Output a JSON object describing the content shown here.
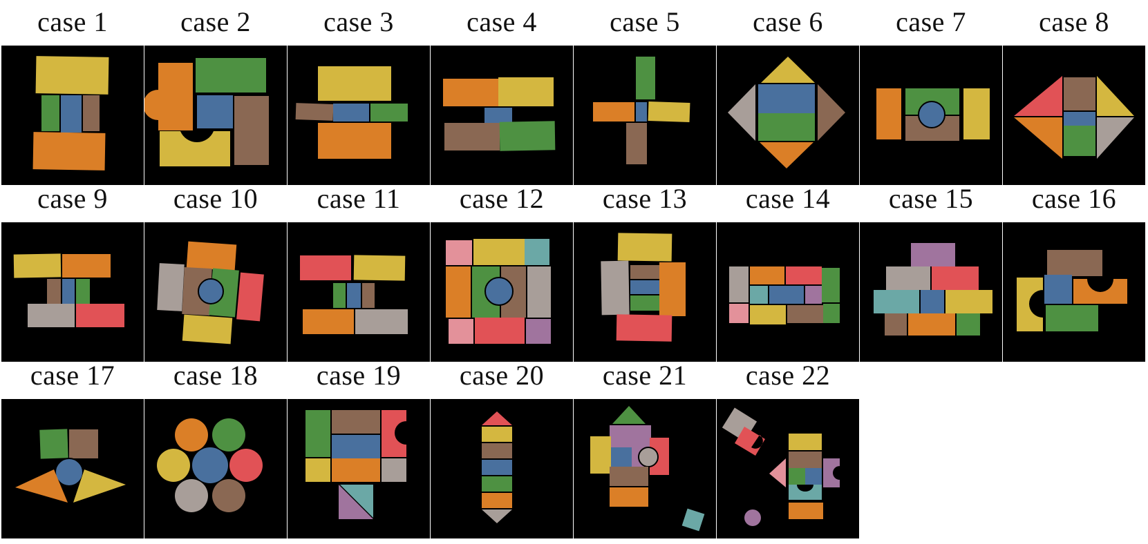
{
  "cases": [
    {
      "label": "case 1"
    },
    {
      "label": "case 2"
    },
    {
      "label": "case 3"
    },
    {
      "label": "case 4"
    },
    {
      "label": "case 5"
    },
    {
      "label": "case 6"
    },
    {
      "label": "case 7"
    },
    {
      "label": "case 8"
    },
    {
      "label": "case 9"
    },
    {
      "label": "case 10"
    },
    {
      "label": "case 11"
    },
    {
      "label": "case 12"
    },
    {
      "label": "case 13"
    },
    {
      "label": "case 14"
    },
    {
      "label": "case 15"
    },
    {
      "label": "case 16"
    },
    {
      "label": "case 17"
    },
    {
      "label": "case 18"
    },
    {
      "label": "case 19"
    },
    {
      "label": "case 20"
    },
    {
      "label": "case 21"
    },
    {
      "label": "case 22"
    }
  ],
  "colors": {
    "yellow": "#D4B740",
    "orange": "#DB7F27",
    "green": "#4E9142",
    "blue": "#49709E",
    "brown": "#8A6853",
    "gray": "#A89E99",
    "red": "#E15256",
    "teal": "#6BA8A6",
    "pink": "#E3919A",
    "purple": "#A0749E",
    "background": "#000000"
  }
}
